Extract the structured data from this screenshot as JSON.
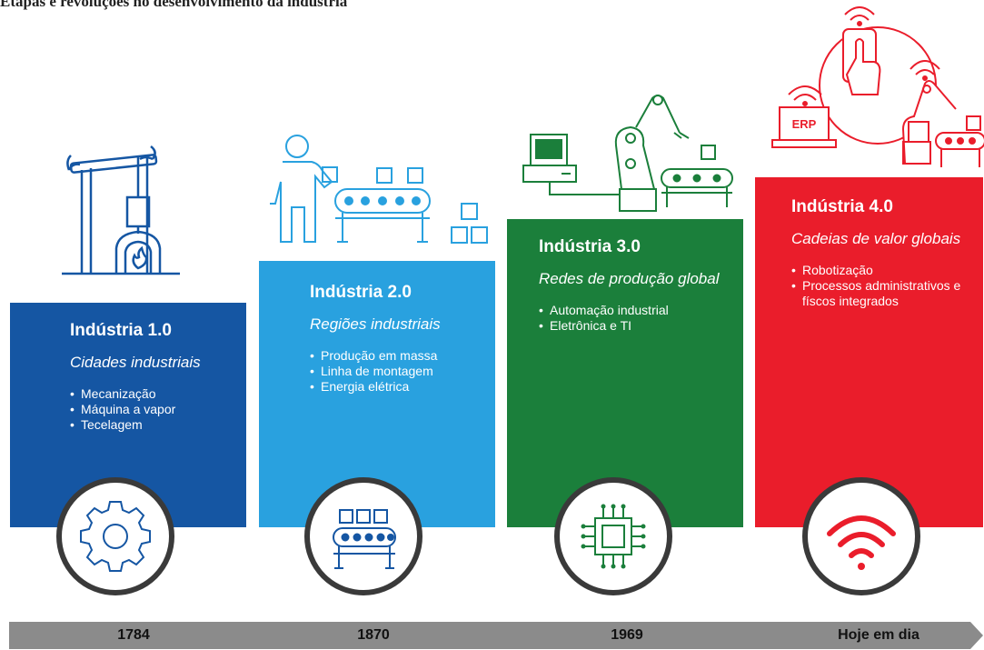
{
  "title": "Etapas e revoluções no desenvolvimento da indústria",
  "colors": {
    "stage1": "#1556a3",
    "stage2": "#29a1df",
    "stage3": "#1b7f3b",
    "stage4": "#ea1d2b",
    "timeline": "#888888",
    "circle_border": "#3a3a3a"
  },
  "stages": [
    {
      "title": "Indústria 1.0",
      "subtitle": "Cidades industriais",
      "items": [
        "Mecanização",
        "Máquina a vapor",
        "Tecelagem"
      ],
      "year": "1784",
      "icon": "gear-icon",
      "illustration": "steam-engine-icon"
    },
    {
      "title": "Indústria 2.0",
      "subtitle": "Regiões industriais",
      "items": [
        "Produção em massa",
        "Linha de montagem",
        "Energia elétrica"
      ],
      "year": "1870",
      "icon": "conveyor-belt-icon",
      "illustration": "assembly-line-worker-icon"
    },
    {
      "title": "Indústria 3.0",
      "subtitle": "Redes de produção global",
      "items": [
        "Automação industrial",
        "Eletrônica e TI"
      ],
      "year": "1969",
      "icon": "microchip-icon",
      "illustration": "computer-robot-arm-icon"
    },
    {
      "title": "Indústria 4.0",
      "subtitle": "Cadeias de valor globais",
      "items": [
        "Robotização",
        "Processos administrativos e físcos integrados"
      ],
      "year": "Hoje em dia",
      "icon": "wifi-icon",
      "illustration": "erp-network-icon",
      "erp_label": "ERP"
    }
  ]
}
